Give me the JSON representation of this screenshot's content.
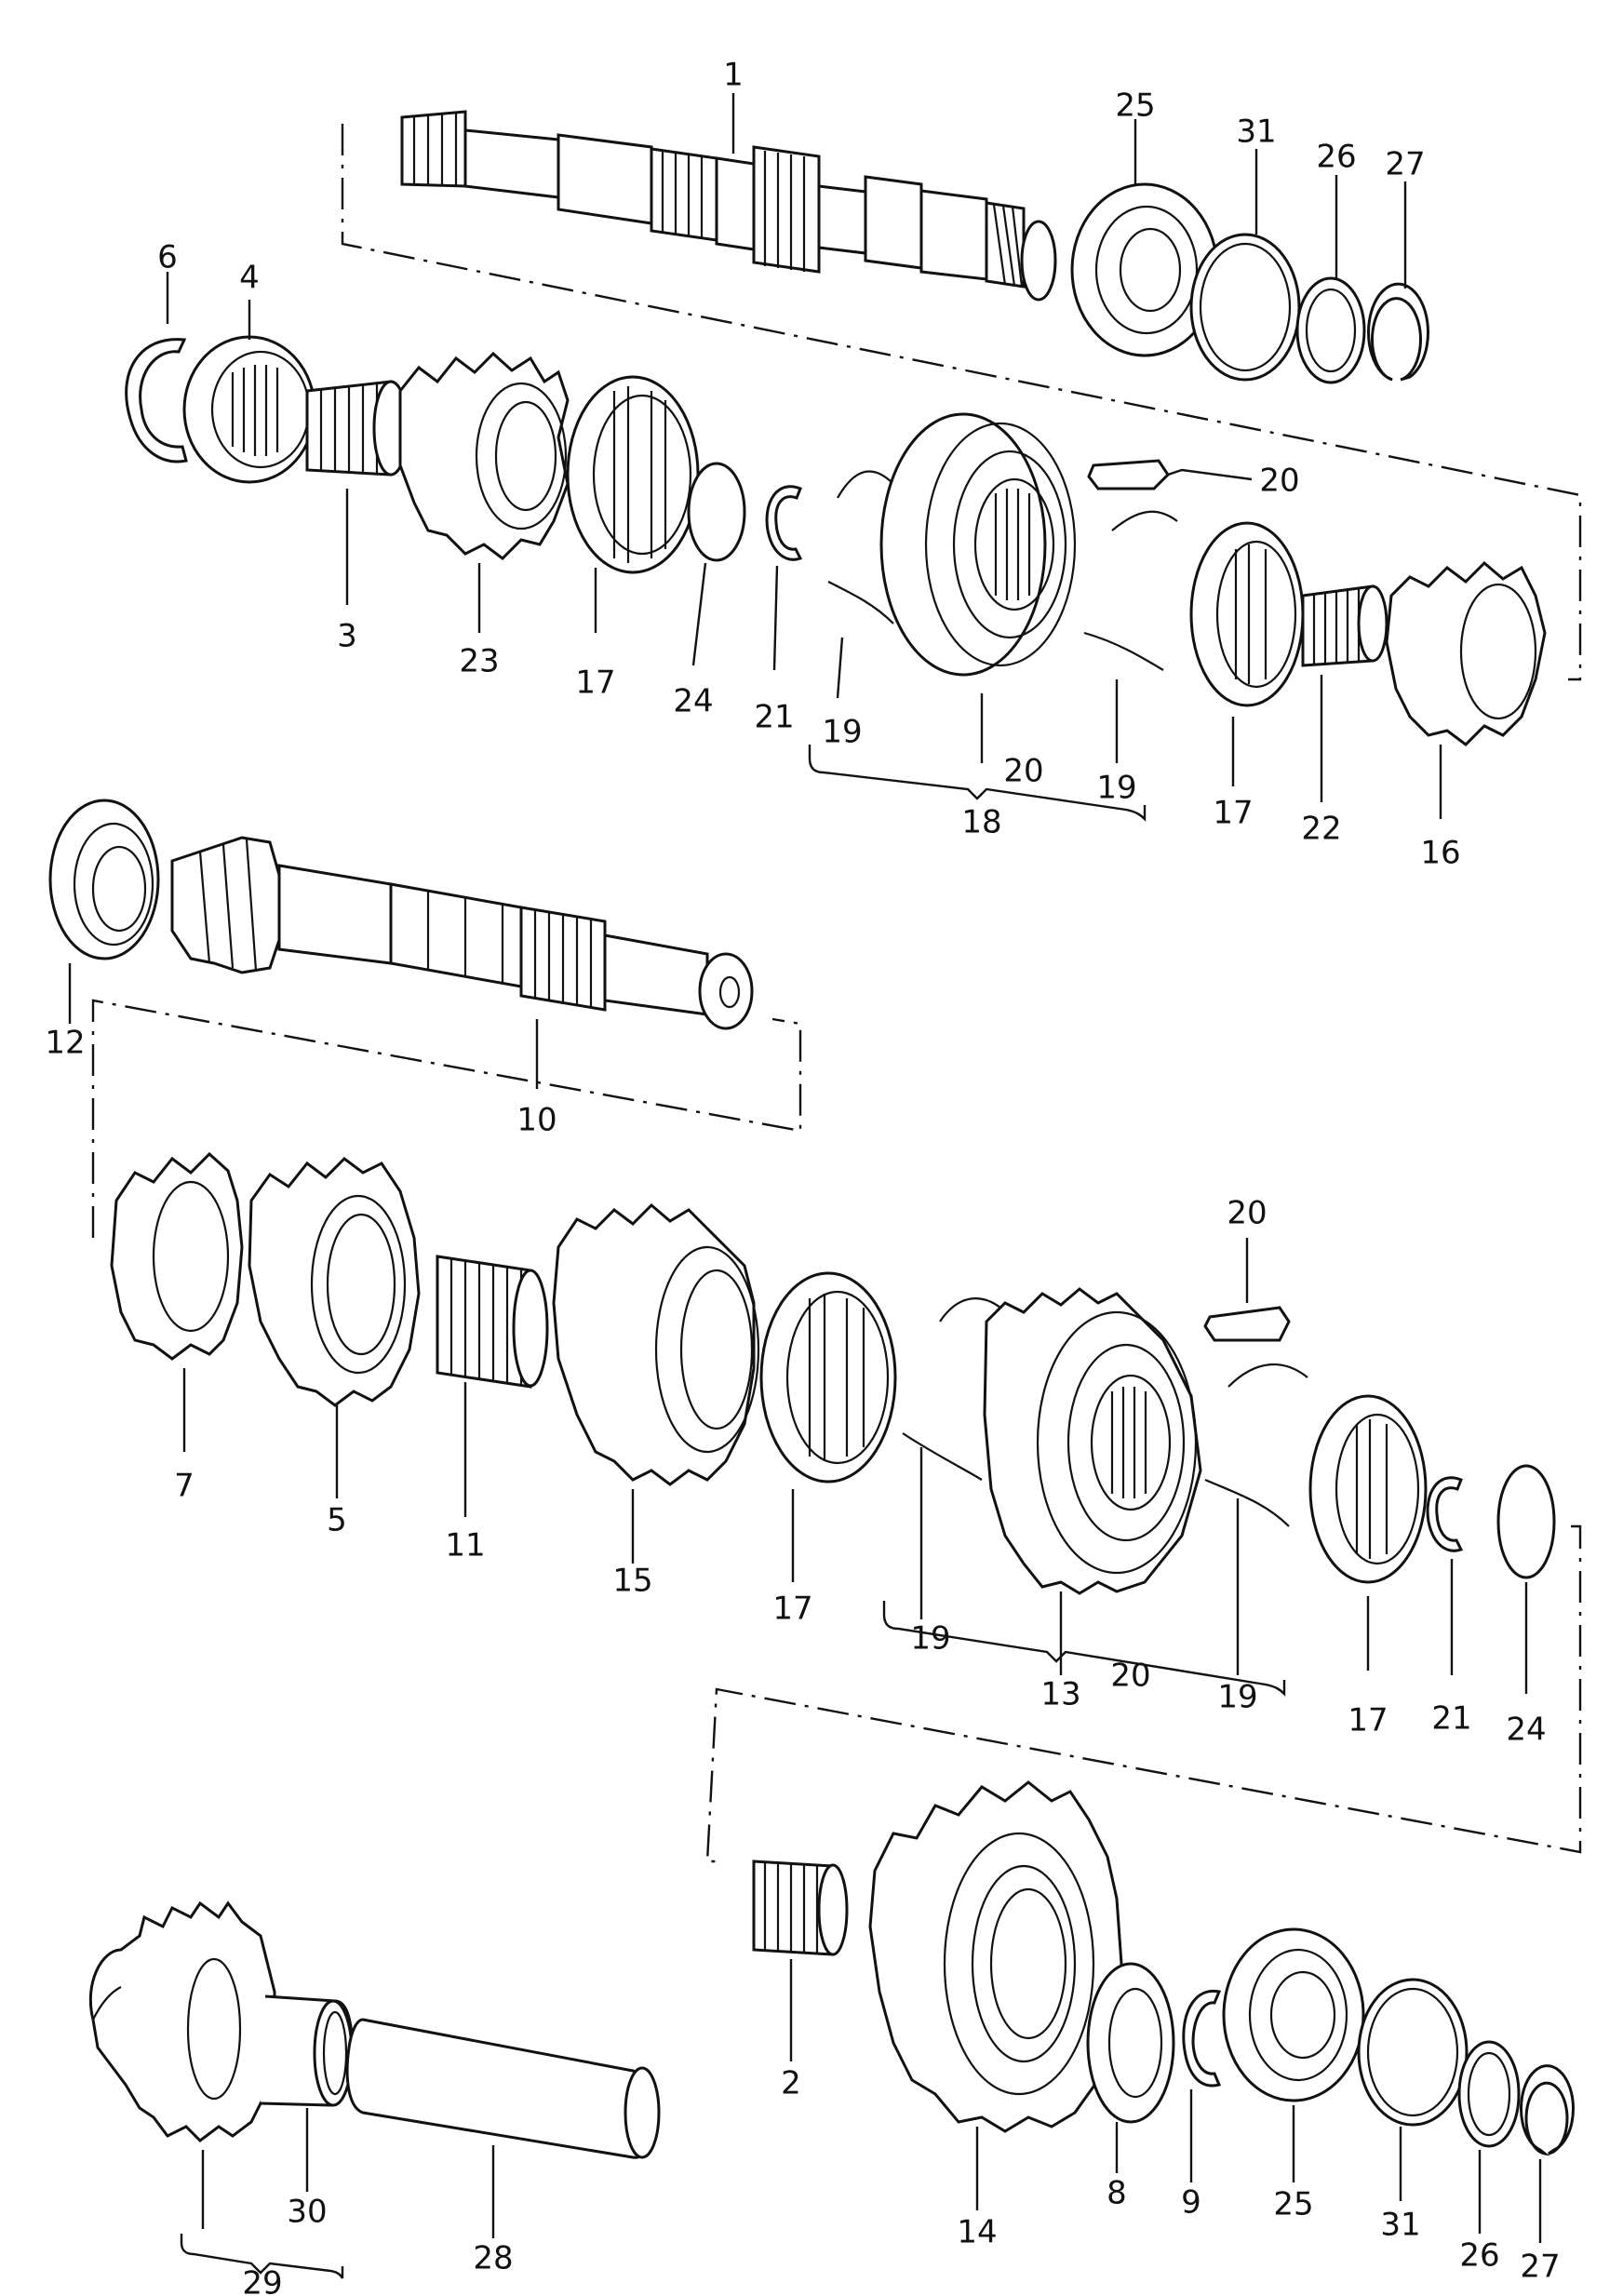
{
  "diagram": {
    "line_color": "#111111",
    "background": "#ffffff",
    "callouts": [
      {
        "id": "c1",
        "label": "1"
      },
      {
        "id": "c25a",
        "label": "25"
      },
      {
        "id": "c31a",
        "label": "31"
      },
      {
        "id": "c26a",
        "label": "26"
      },
      {
        "id": "c27a",
        "label": "27"
      },
      {
        "id": "c6",
        "label": "6"
      },
      {
        "id": "c4",
        "label": "4"
      },
      {
        "id": "c20a",
        "label": "20"
      },
      {
        "id": "c3",
        "label": "3"
      },
      {
        "id": "c23",
        "label": "23"
      },
      {
        "id": "c17a",
        "label": "17"
      },
      {
        "id": "c24a",
        "label": "24"
      },
      {
        "id": "c21a",
        "label": "21"
      },
      {
        "id": "c19a",
        "label": "19"
      },
      {
        "id": "c20b",
        "label": "20"
      },
      {
        "id": "c18",
        "label": "18"
      },
      {
        "id": "c19b",
        "label": "19"
      },
      {
        "id": "c17b",
        "label": "17"
      },
      {
        "id": "c22",
        "label": "22"
      },
      {
        "id": "c16",
        "label": "16"
      },
      {
        "id": "c12",
        "label": "12"
      },
      {
        "id": "c10",
        "label": "10"
      },
      {
        "id": "c20c",
        "label": "20"
      },
      {
        "id": "c7",
        "label": "7"
      },
      {
        "id": "c5",
        "label": "5"
      },
      {
        "id": "c11",
        "label": "11"
      },
      {
        "id": "c15",
        "label": "15"
      },
      {
        "id": "c17c",
        "label": "17"
      },
      {
        "id": "c19c",
        "label": "19"
      },
      {
        "id": "c20d",
        "label": "20"
      },
      {
        "id": "c13",
        "label": "13"
      },
      {
        "id": "c19d",
        "label": "19"
      },
      {
        "id": "c17d",
        "label": "17"
      },
      {
        "id": "c21b",
        "label": "21"
      },
      {
        "id": "c24b",
        "label": "24"
      },
      {
        "id": "c2",
        "label": "2"
      },
      {
        "id": "c14",
        "label": "14"
      },
      {
        "id": "c8",
        "label": "8"
      },
      {
        "id": "c9",
        "label": "9"
      },
      {
        "id": "c25b",
        "label": "25"
      },
      {
        "id": "c31b",
        "label": "31"
      },
      {
        "id": "c26b",
        "label": "26"
      },
      {
        "id": "c27b",
        "label": "27"
      },
      {
        "id": "c30",
        "label": "30"
      },
      {
        "id": "c28",
        "label": "28"
      },
      {
        "id": "c29",
        "label": "29"
      }
    ]
  }
}
